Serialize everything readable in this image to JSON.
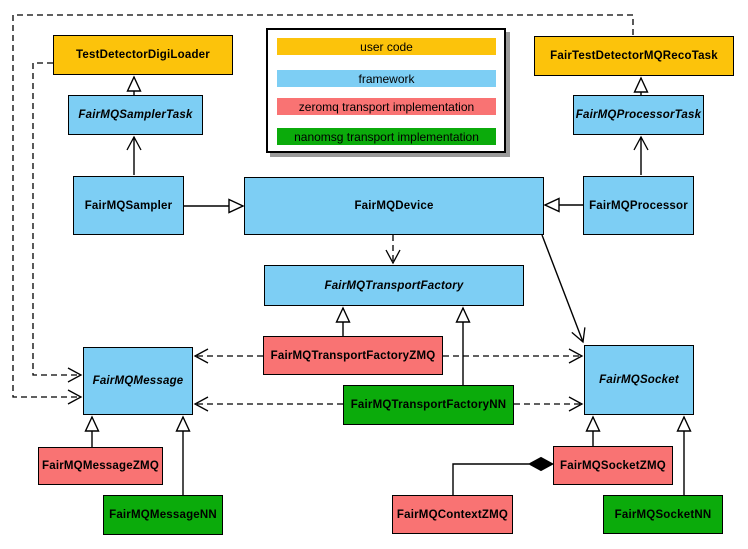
{
  "diagram_type": "uml-class-diagram",
  "palette": {
    "user-code": "#FCC30B",
    "framework": "#7DCEF4",
    "zeromq": "#F97373",
    "nanomsg": "#0BAB0B",
    "line": "#000000",
    "shadow": "#9a9a9a",
    "background": "#ffffff"
  },
  "legend": {
    "items": [
      {
        "label": "user code",
        "color_key": "user-code"
      },
      {
        "label": "framework",
        "color_key": "framework"
      },
      {
        "label": "zeromq transport implementation",
        "color_key": "zeromq"
      },
      {
        "label": "nanomsg transport implementation",
        "color_key": "nanomsg"
      }
    ]
  },
  "nodes": {
    "test_detector_digi_loader": {
      "label": "TestDetectorDigiLoader",
      "category": "user code",
      "abstract": false
    },
    "fair_test_detector_mq_reco_task": {
      "label": "FairTestDetectorMQRecoTask",
      "category": "user code",
      "abstract": false
    },
    "fair_mq_sampler_task": {
      "label": "FairMQSamplerTask",
      "category": "framework",
      "abstract": true
    },
    "fair_mq_processor_task": {
      "label": "FairMQProcessorTask",
      "category": "framework",
      "abstract": true
    },
    "fair_mq_sampler": {
      "label": "FairMQSampler",
      "category": "framework",
      "abstract": false
    },
    "fair_mq_device": {
      "label": "FairMQDevice",
      "category": "framework",
      "abstract": false
    },
    "fair_mq_processor": {
      "label": "FairMQProcessor",
      "category": "framework",
      "abstract": false
    },
    "fair_mq_transport_factory": {
      "label": "FairMQTransportFactory",
      "category": "framework",
      "abstract": true
    },
    "fair_mq_transport_factory_zmq": {
      "label": "FairMQTransportFactoryZMQ",
      "category": "zeromq",
      "abstract": false
    },
    "fair_mq_transport_factory_nn": {
      "label": "FairMQTransportFactoryNN",
      "category": "nanomsg",
      "abstract": false
    },
    "fair_mq_message": {
      "label": "FairMQMessage",
      "category": "framework",
      "abstract": true
    },
    "fair_mq_socket": {
      "label": "FairMQSocket",
      "category": "framework",
      "abstract": true
    },
    "fair_mq_message_zmq": {
      "label": "FairMQMessageZMQ",
      "category": "zeromq",
      "abstract": false
    },
    "fair_mq_message_nn": {
      "label": "FairMQMessageNN",
      "category": "nanomsg",
      "abstract": false
    },
    "fair_mq_socket_zmq": {
      "label": "FairMQSocketZMQ",
      "category": "zeromq",
      "abstract": false
    },
    "fair_mq_socket_nn": {
      "label": "FairMQSocketNN",
      "category": "nanomsg",
      "abstract": false
    },
    "fair_mq_context_zmq": {
      "label": "FairMQContextZMQ",
      "category": "zeromq",
      "abstract": false
    }
  },
  "edges": [
    {
      "from": "FairMQSamplerTask",
      "to": "TestDetectorDigiLoader",
      "line": "solid",
      "head": "hollow-triangle"
    },
    {
      "from": "FairMQProcessorTask",
      "to": "FairTestDetectorMQRecoTask",
      "line": "solid",
      "head": "hollow-triangle"
    },
    {
      "from": "FairMQSampler",
      "to": "FairMQSamplerTask",
      "line": "solid",
      "head": "open-arrow"
    },
    {
      "from": "FairMQProcessor",
      "to": "FairMQProcessorTask",
      "line": "solid",
      "head": "open-arrow"
    },
    {
      "from": "FairMQSampler",
      "to": "FairMQDevice",
      "line": "solid",
      "head": "hollow-triangle"
    },
    {
      "from": "FairMQProcessor",
      "to": "FairMQDevice",
      "line": "solid",
      "head": "hollow-triangle"
    },
    {
      "from": "FairMQDevice",
      "to": "FairMQTransportFactory",
      "line": "dashed",
      "head": "open-arrow"
    },
    {
      "from": "FairMQDevice",
      "to": "FairMQSocket",
      "line": "solid",
      "head": "open-arrow"
    },
    {
      "from": "TestDetectorDigiLoader",
      "to": "FairMQMessage",
      "line": "dashed",
      "head": "open-arrow"
    },
    {
      "from": "FairTestDetectorMQRecoTask",
      "to": "FairMQMessage",
      "line": "dashed",
      "head": "open-arrow"
    },
    {
      "from": "FairMQTransportFactoryZMQ",
      "to": "FairMQTransportFactory",
      "line": "solid",
      "head": "hollow-triangle"
    },
    {
      "from": "FairMQTransportFactoryNN",
      "to": "FairMQTransportFactory",
      "line": "solid",
      "head": "hollow-triangle"
    },
    {
      "from": "FairMQTransportFactoryZMQ",
      "to": "FairMQMessage",
      "line": "dashed",
      "head": "open-arrow"
    },
    {
      "from": "FairMQTransportFactoryZMQ",
      "to": "FairMQSocket",
      "line": "dashed",
      "head": "open-arrow"
    },
    {
      "from": "FairMQTransportFactoryNN",
      "to": "FairMQMessage",
      "line": "dashed",
      "head": "open-arrow"
    },
    {
      "from": "FairMQTransportFactoryNN",
      "to": "FairMQSocket",
      "line": "dashed",
      "head": "open-arrow"
    },
    {
      "from": "FairMQMessageZMQ",
      "to": "FairMQMessage",
      "line": "solid",
      "head": "hollow-triangle"
    },
    {
      "from": "FairMQMessageNN",
      "to": "FairMQMessage",
      "line": "solid",
      "head": "hollow-triangle"
    },
    {
      "from": "FairMQSocketZMQ",
      "to": "FairMQSocket",
      "line": "solid",
      "head": "hollow-triangle"
    },
    {
      "from": "FairMQSocketNN",
      "to": "FairMQSocket",
      "line": "solid",
      "head": "hollow-triangle"
    },
    {
      "from": "FairMQContextZMQ",
      "to": "FairMQSocketZMQ",
      "line": "solid",
      "head": "filled-diamond"
    }
  ]
}
